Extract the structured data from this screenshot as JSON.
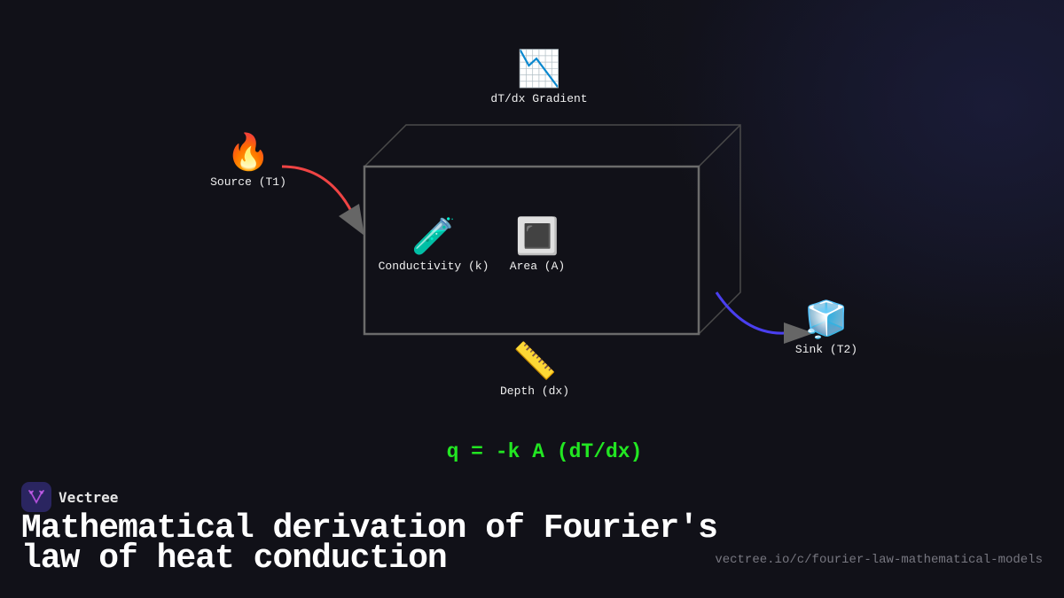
{
  "diagram": {
    "nodes": {
      "gradient": {
        "icon": "📉",
        "icon_name": "chart-decreasing-icon",
        "label": "dT/dx Gradient"
      },
      "source": {
        "icon": "🔥",
        "icon_name": "fire-icon",
        "label": "Source (T1)"
      },
      "conductivity": {
        "icon": "🧪",
        "icon_name": "test-tube-icon",
        "label": "Conductivity (k)"
      },
      "area": {
        "icon": "🔳",
        "icon_name": "square-button-icon",
        "label": "Area (A)"
      },
      "depth": {
        "icon": "📏",
        "icon_name": "ruler-icon",
        "label": "Depth (dx)"
      },
      "sink": {
        "icon": "🧊",
        "icon_name": "ice-cube-icon",
        "label": "Sink (T2)"
      }
    },
    "edges": [
      {
        "from": "source",
        "to": "slab",
        "color": "#ef4444"
      },
      {
        "from": "slab",
        "to": "sink",
        "color": "#4a3ff0"
      }
    ],
    "slab_stroke": "#6b6b6b",
    "arrowhead_color": "#666666",
    "formula": "q = -k A (dT/dx)",
    "formula_color": "#22e622"
  },
  "footer": {
    "brand": "Vectree",
    "title": "Mathematical derivation of Fourier's law of heat conduction",
    "url": "vectree.io/c/fourier-law-mathematical-models"
  }
}
